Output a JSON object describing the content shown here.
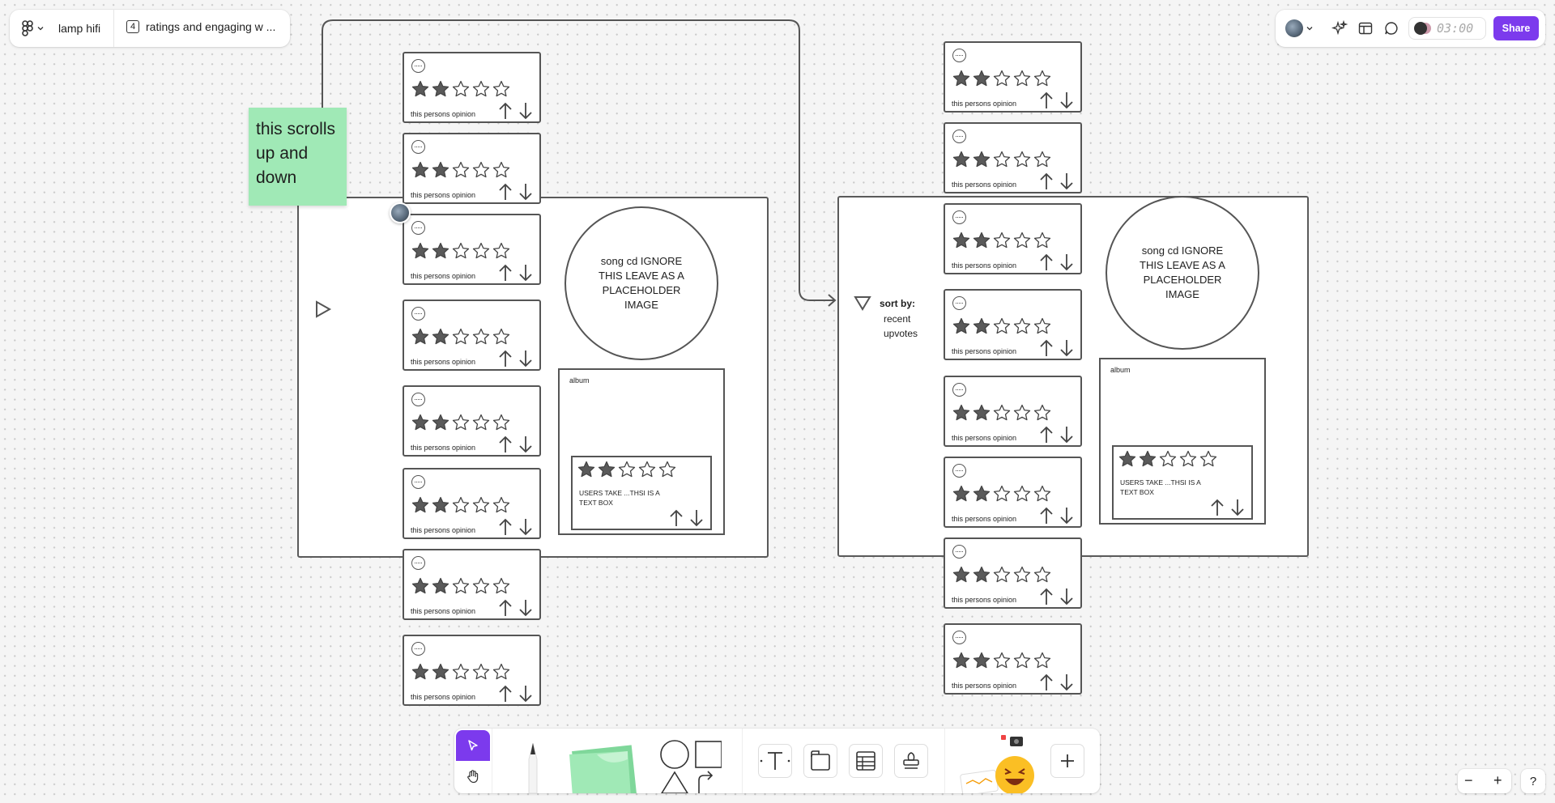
{
  "header": {
    "file_name": "lamp hifi",
    "page_number": "4",
    "page_title": "ratings and engaging w ...",
    "timer": "03:00",
    "share_label": "Share"
  },
  "sticky": {
    "text": "this scrolls up and down",
    "color": "#a0e9b6"
  },
  "card": {
    "opinion": "this persons opinion",
    "rating_filled": 2,
    "rating_total": 5
  },
  "left_screen": {
    "circle_text": "song cd IGNORE THIS LEAVE AS A PLACEHOLDER IMAGE",
    "album_label": "album",
    "user_take": "USERS TAKE ...THSI IS A TEXT BOX"
  },
  "right_screen": {
    "sort_label": "sort by:",
    "sort_options": [
      "recent",
      "upvotes"
    ],
    "circle_text": "song cd IGNORE THIS LEAVE AS A PLACEHOLDER IMAGE",
    "album_label": "album",
    "user_take": "USERS TAKE ...THSI IS A TEXT BOX"
  },
  "toolbar": {
    "tools": [
      "move-tool",
      "hand-tool",
      "pen-tool",
      "sticky-note-tool",
      "shape-tool",
      "text-tool",
      "section-tool",
      "table-tool",
      "stamp-tool",
      "widgets",
      "more-tool"
    ]
  },
  "zoom": {
    "minus": "−",
    "plus": "+",
    "help": "?"
  },
  "colors": {
    "accent": "#7c3aed",
    "sticky": "#a0e9b6",
    "stroke": "#555555"
  }
}
